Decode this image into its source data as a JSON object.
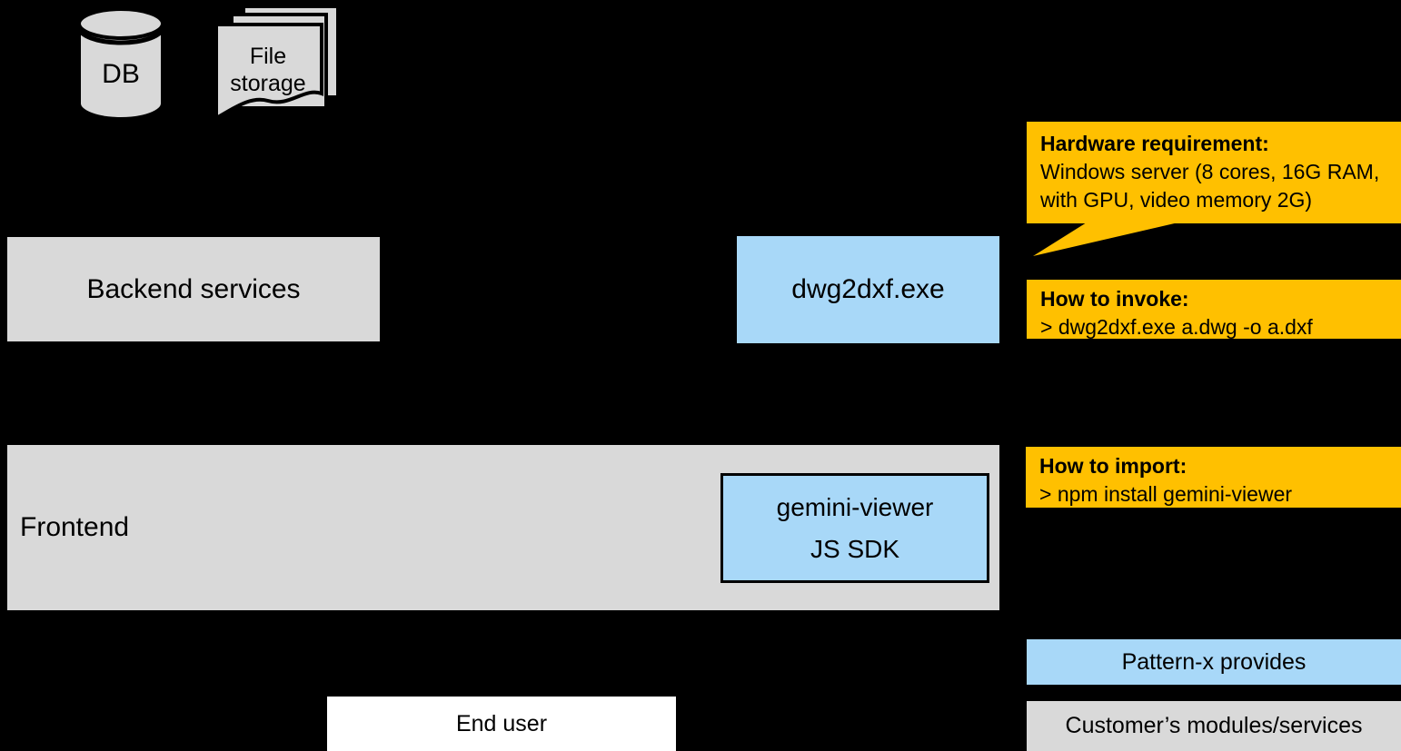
{
  "colors": {
    "background": "#000000",
    "box_gray": "#D9D9D9",
    "box_blue": "#A8D8F8",
    "callout_orange": "#FFC000",
    "box_white": "#FFFFFF"
  },
  "storage": {
    "db_label": "DB",
    "file_line1": "File",
    "file_line2": "storage"
  },
  "backend": {
    "label": "Backend services"
  },
  "converter": {
    "label": "dwg2dxf.exe"
  },
  "frontend": {
    "label": "Frontend"
  },
  "sdk": {
    "line1": "gemini-viewer",
    "line2": "JS SDK"
  },
  "end_user": {
    "label": "End user"
  },
  "callouts": {
    "hardware": {
      "title": "Hardware requirement:",
      "line1": "Windows server (8 cores, 16G RAM,",
      "line2": "with GPU, video memory 2G)"
    },
    "invoke": {
      "title": "How to invoke:",
      "command": "> dwg2dxf.exe a.dwg -o a.dxf"
    },
    "import": {
      "title": "How to import:",
      "command": "> npm install gemini-viewer"
    }
  },
  "legend": {
    "provides_label": "Pattern-x provides",
    "customer_label": "Customer’s modules/services"
  }
}
